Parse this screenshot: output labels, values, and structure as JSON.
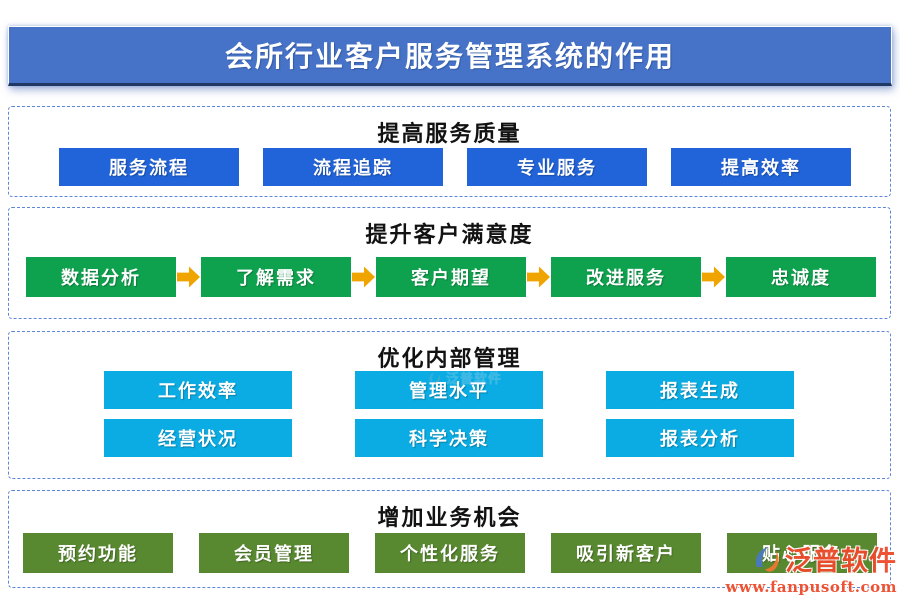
{
  "title": "会所行业客户服务管理系统的作用",
  "sections": [
    {
      "heading": "提高服务质量",
      "items": [
        "服务流程",
        "流程追踪",
        "专业服务",
        "提高效率"
      ]
    },
    {
      "heading": "提升客户满意度",
      "items": [
        "数据分析",
        "了解需求",
        "客户期望",
        "改进服务",
        "忠诚度"
      ]
    },
    {
      "heading": "优化内部管理",
      "rows": [
        [
          "工作效率",
          "管理水平",
          "报表生成"
        ],
        [
          "经营状况",
          "科学决策",
          "报表分析"
        ]
      ]
    },
    {
      "heading": "增加业务机会",
      "items": [
        "预约功能",
        "会员管理",
        "个性化服务",
        "吸引新客户",
        "贴心服务"
      ]
    }
  ],
  "watermark": {
    "brand": "泛普软件",
    "url_text": "www.fanpusoft.com"
  },
  "icons": {
    "arrow": "right-block-arrow-icon",
    "logo": "fanpu-logo-icon"
  },
  "colors": {
    "title_bar": "#4673C8",
    "node_blue": "#2163D8",
    "node_green": "#0FA24E",
    "node_cyan": "#0AACE3",
    "node_olive": "#58882F",
    "arrow": "#F0A400",
    "panel_border": "#5C87D8",
    "watermark": "#ED4A2A"
  }
}
